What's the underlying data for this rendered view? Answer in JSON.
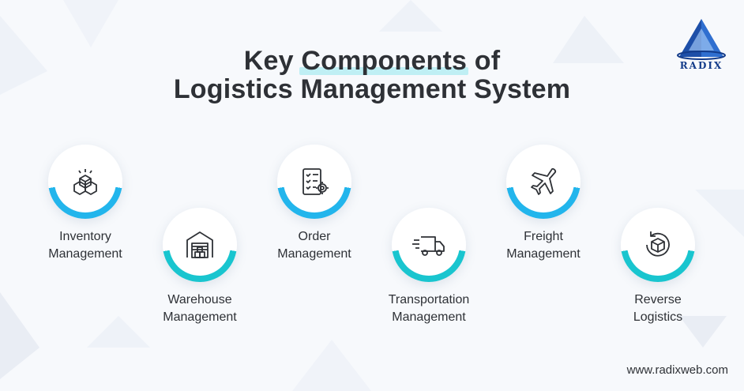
{
  "header": {
    "title_line1_prefix": "Key",
    "title_line1_highlight": "Components",
    "title_line1_suffix": "of",
    "title_line2": "Logistics Management System"
  },
  "brand": {
    "logo_text": "RADIX",
    "url": "www.radixweb.com"
  },
  "colors": {
    "blue_accent": "#22b5ec",
    "teal_accent": "#19c5cf",
    "highlight": "#bfeff4"
  },
  "components": [
    {
      "line1": "Inventory",
      "line2": "Management",
      "icon": "boxes-icon"
    },
    {
      "line1": "Warehouse",
      "line2": "Management",
      "icon": "warehouse-icon"
    },
    {
      "line1": "Order",
      "line2": "Management",
      "icon": "order-checklist-icon"
    },
    {
      "line1": "Transportation",
      "line2": "Management",
      "icon": "truck-icon"
    },
    {
      "line1": "Freight",
      "line2": "Management",
      "icon": "airplane-icon"
    },
    {
      "line1": "Reverse",
      "line2": "Logistics",
      "icon": "return-box-icon"
    }
  ]
}
